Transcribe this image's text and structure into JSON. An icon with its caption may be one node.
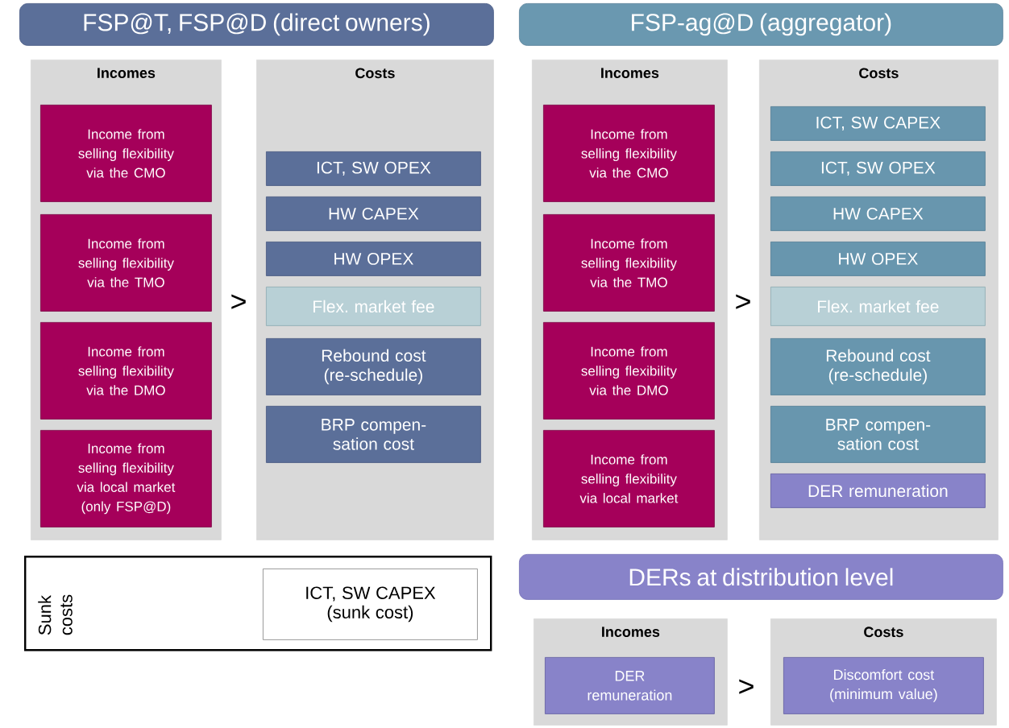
{
  "diagram": {
    "nodes": [
      {
        "text": [
          "FSP@T, FSP@D (direct owners)"
        ]
      },
      {
        "text": [
          "Incomes"
        ]
      },
      {
        "text": [
          "Income from selling flexibility via the CMO"
        ],
        "in": 1
      },
      {
        "text": [
          "Income from selling flexibility via the TMO"
        ],
        "in": 1
      },
      {
        "text": [
          "Income from selling flexibility via the DMO"
        ],
        "in": 1
      },
      {
        "text": [
          "Income from selling flexibility via local market (only FSP@D)"
        ],
        "in": 1
      },
      {
        "text": [
          "Costs"
        ]
      },
      {
        "text": [
          "ICT, SW OPEX"
        ],
        "in": 6
      },
      {
        "text": [
          "HW CAPEX"
        ],
        "in": 6
      },
      {
        "text": [
          "HW OPEX"
        ],
        "in": 6
      },
      {
        "text": [
          "Flex. market fee"
        ],
        "in": 6
      },
      {
        "text": [
          "Rebound cost (re-schedule)"
        ],
        "in": 6
      },
      {
        "text": [
          "BRP compen- sation cost"
        ],
        "in": 6
      },
      {
        "text": [
          "FSP-ag@D (aggregator)"
        ]
      },
      {
        "text": [
          "Incomes"
        ]
      },
      {
        "text": [
          "Income from selling flexibility via the CMO"
        ],
        "in": 14
      },
      {
        "text": [
          "Income from selling flexibility via the TMO"
        ],
        "in": 14
      },
      {
        "text": [
          "Income from selling flexibility via the DMO"
        ],
        "in": 14
      },
      {
        "text": [
          "Income from selling flexibility via local market"
        ],
        "in": 14
      },
      {
        "text": [
          "Costs"
        ]
      },
      {
        "text": [
          "ICT, SW CAPEX"
        ],
        "in": 19
      },
      {
        "text": [
          "ICT, SW OPEX"
        ],
        "in": 19
      },
      {
        "text": [
          "HW CAPEX"
        ],
        "in": 19
      },
      {
        "text": [
          "HW OPEX"
        ],
        "in": 19
      },
      {
        "text": [
          "Flex. market fee"
        ],
        "in": 19
      },
      {
        "text": [
          "Rebound cost (re-schedule)"
        ],
        "in": 19
      },
      {
        "text": [
          "BRP compen- sation cost"
        ],
        "in": 19
      },
      {
        "text": [
          "DER remuneration"
        ],
        "in": 19
      },
      {
        "text": [
          "Sunk costs"
        ]
      },
      {
        "text": [
          "ICT, SW CAPEX (sunk cost)"
        ],
        "in": 28
      },
      {
        "text": [
          "DERs at distribution level"
        ]
      },
      {
        "text": [
          "Incomes"
        ]
      },
      {
        "text": [
          "DER remuneration"
        ],
        "in": 31
      },
      {
        "text": [
          "Costs"
        ]
      },
      {
        "text": [
          "Discomfort cost (minimum value)"
        ],
        "in": 33
      }
    ],
    "edges": [],
    "labels": [
      ">",
      ">",
      ">"
    ]
  }
}
